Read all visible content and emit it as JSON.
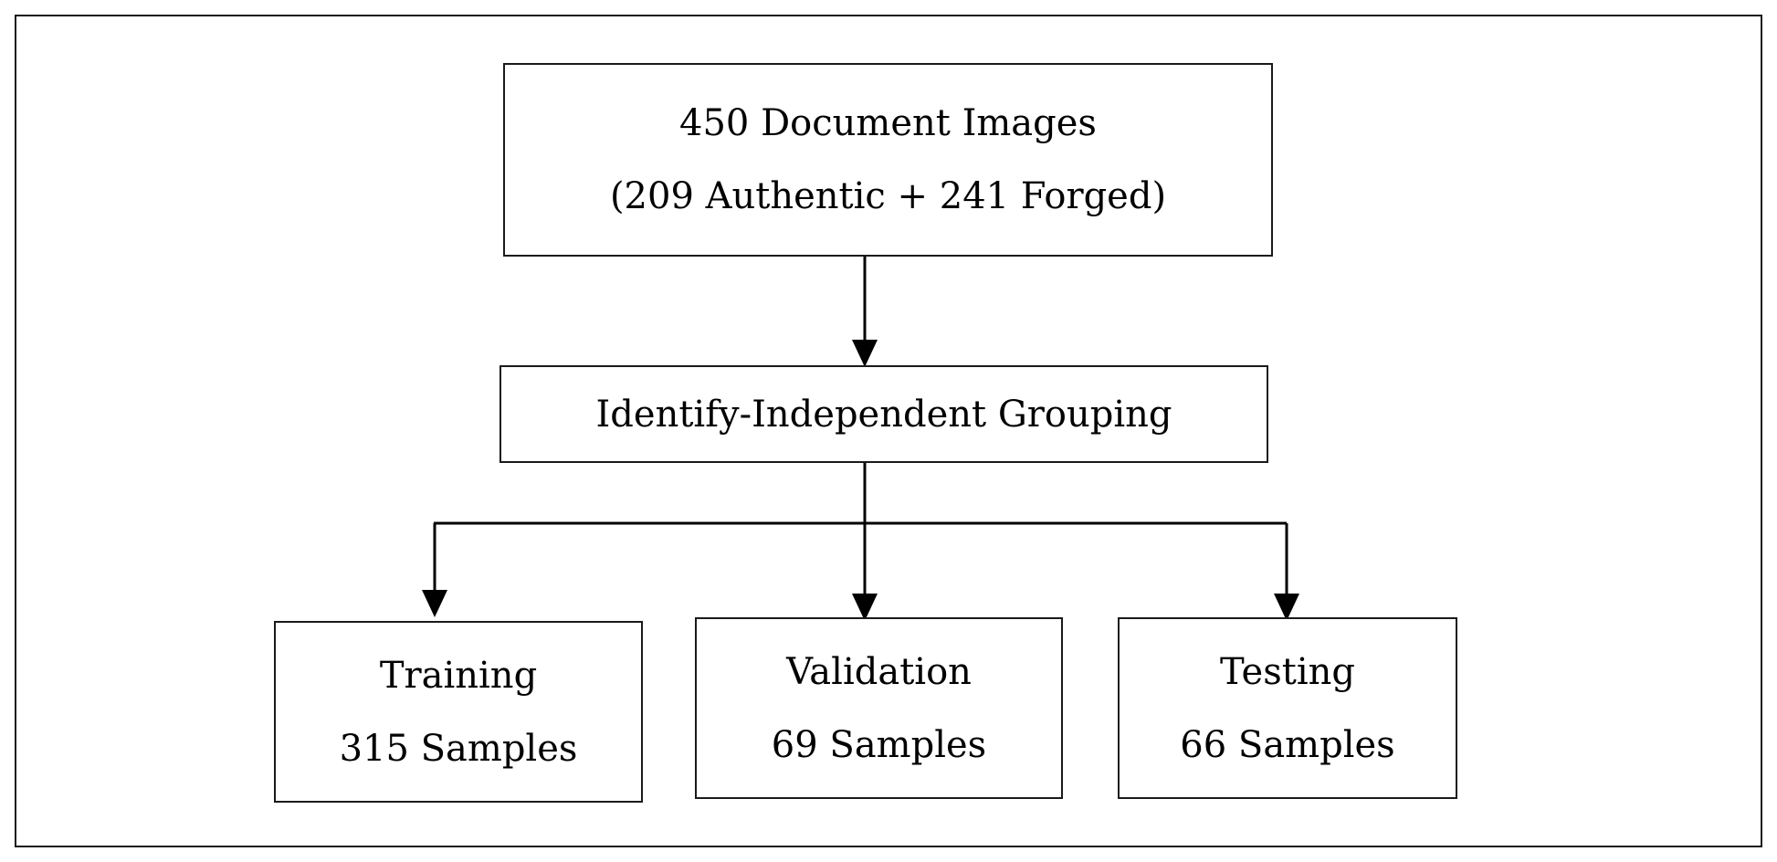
{
  "source_box": {
    "line1": "450 Document Images",
    "line2": "(209 Authentic + 241 Forged)"
  },
  "grouping_box": {
    "label": "Identify-Independent Grouping"
  },
  "splits": [
    {
      "name": "Training",
      "count": "315 Samples"
    },
    {
      "name": "Validation",
      "count": "69 Samples"
    },
    {
      "name": "Testing",
      "count": "66 Samples"
    }
  ],
  "colors": {
    "stroke": "#1a1a1a",
    "background": "#ffffff"
  }
}
